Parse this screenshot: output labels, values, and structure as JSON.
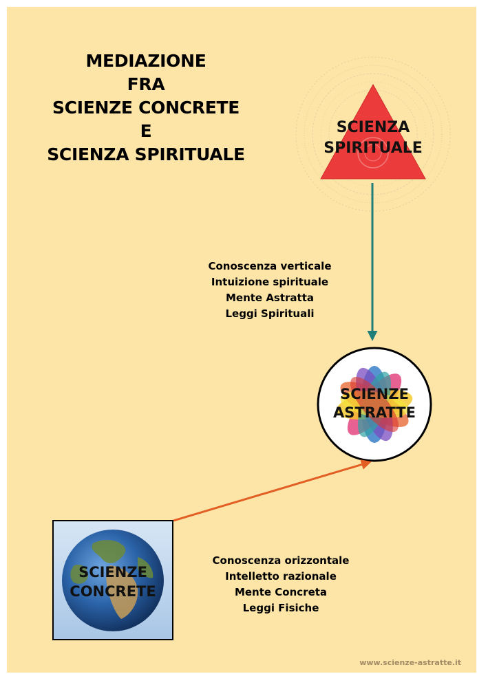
{
  "title": {
    "line1": "MEDIAZIONE",
    "line2": "FRA",
    "line3": "SCIENZE CONCRETE",
    "line4": "E",
    "line5": "SCIENZA SPIRITUALE"
  },
  "nodes": {
    "spirituale": {
      "line1": "SCIENZA",
      "line2": "SPIRITUALE"
    },
    "astratte": {
      "line1": "SCIENZE",
      "line2": "ASTRATTE"
    },
    "concrete": {
      "line1": "SCIENZE",
      "line2": "CONCRETE"
    }
  },
  "vertical_list": {
    "item1": "Conoscenza verticale",
    "item2": "Intuizione spirituale",
    "item3": "Mente Astratta",
    "item4": "Leggi Spirituali"
  },
  "horizontal_list": {
    "item1": "Conoscenza orizzontale",
    "item2": "Intelletto razionale",
    "item3": "Mente Concreta",
    "item4": "Leggi Fisiche"
  },
  "website": "www.scienze-astratte.it",
  "colors": {
    "background": "#fde5a8",
    "triangle": "#ec3b3b",
    "arrow_vertical": "#1f7d7a",
    "arrow_diagonal": "#e25e23",
    "globe_ocean": "#2b63a8",
    "globe_land": "#6c8a3a"
  }
}
